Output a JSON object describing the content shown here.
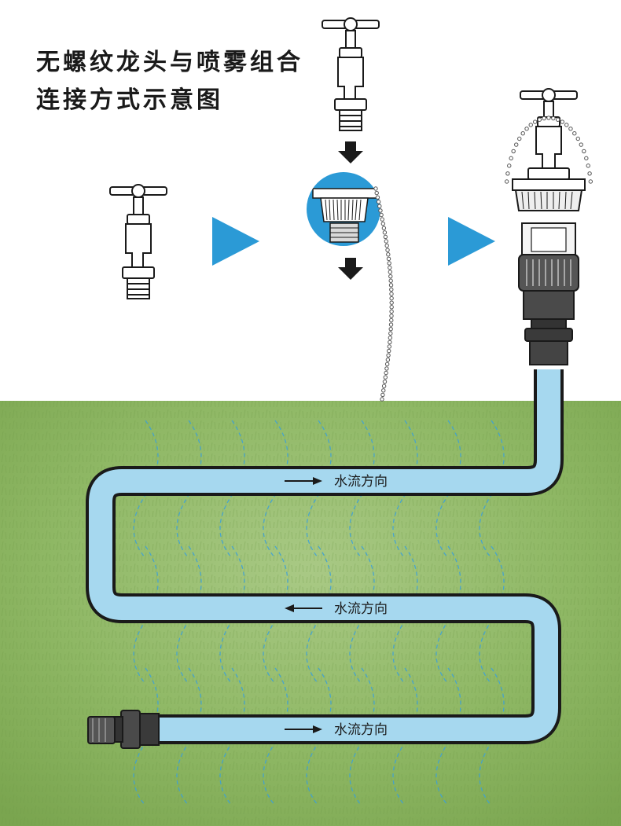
{
  "title": {
    "line1": "无螺纹龙头与喷雾组合",
    "line2": "连接方式示意图"
  },
  "flow_labels": [
    "水流方向",
    "水流方向",
    "水流方向"
  ],
  "colors": {
    "grass": "#8fb865",
    "hose_fill": "#a6d8ef",
    "hose_outline": "#1a1a1a",
    "arrow_blue": "#2b9ad6",
    "spray_dash": "#3aa0dc"
  },
  "icons": [
    "faucet-icon",
    "play-arrow-icon",
    "down-arrow-icon",
    "connector-magnified-icon",
    "faucet-with-connector-icon",
    "hose-end-plug-icon"
  ]
}
